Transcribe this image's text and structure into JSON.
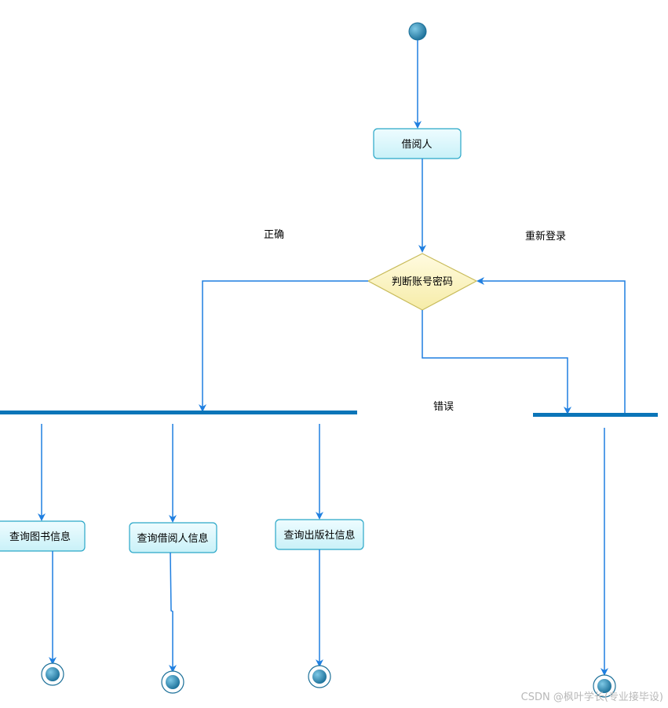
{
  "diagram": {
    "nodes": {
      "borrower": "借阅人",
      "decision": "判断账号密码",
      "query_books": "查询图书信息",
      "query_borrowers": "查询借阅人信息",
      "query_publishers": "查询出版社信息"
    },
    "labels": {
      "correct": "正确",
      "relogin": "重新登录",
      "error": "错误"
    }
  },
  "colors": {
    "edge": "#1f7fe0",
    "bar": "#0b75b8",
    "activity_fill": "#d9f7fb",
    "activity_stroke": "#2aa7c8",
    "decision_fill": "#fdf6c0",
    "decision_stroke": "#c8bb5a"
  },
  "watermark": "CSDN @枫叶学长(专业接毕设)"
}
